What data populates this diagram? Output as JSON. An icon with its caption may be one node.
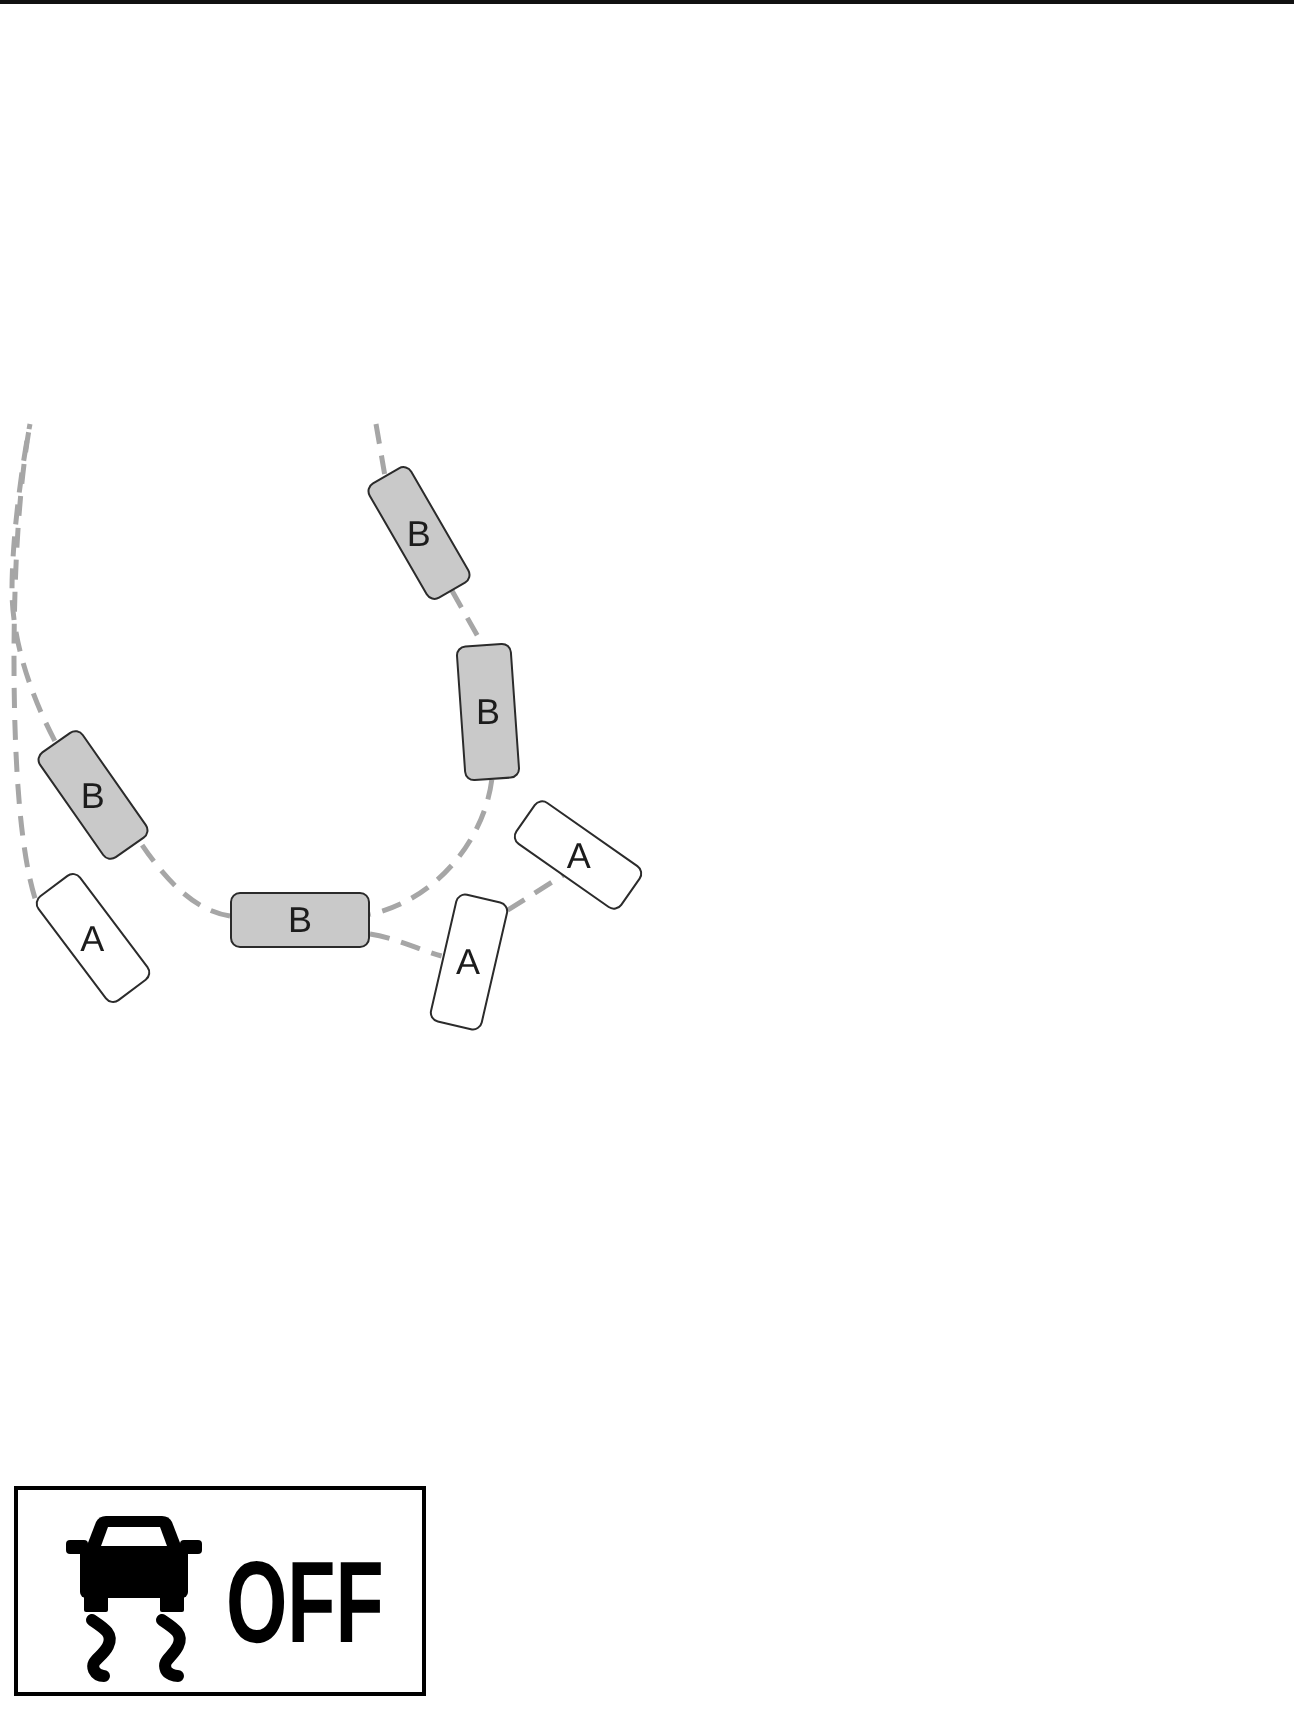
{
  "diagram": {
    "nodes": [
      {
        "text": [
          "B"
        ]
      },
      {
        "text": [
          "B"
        ]
      },
      {
        "text": [
          "B"
        ]
      },
      {
        "text": [
          "A"
        ]
      },
      {
        "text": [
          "B"
        ]
      },
      {
        "text": [
          "A"
        ]
      },
      {
        "text": [
          "A"
        ]
      },
      {
        "text": [
          "OFF"
        ]
      }
    ],
    "edges": [
      {
        "from": null,
        "to": 0,
        "arrow": "none",
        "style": "dashed"
      },
      {
        "from": 0,
        "to": 1,
        "arrow": "none",
        "style": "dashed"
      },
      {
        "from": 1,
        "to": 4,
        "arrow": "none",
        "style": "dashed"
      },
      {
        "from": 4,
        "to": 2,
        "arrow": "none",
        "style": "dashed"
      },
      {
        "from": 2,
        "to": null,
        "arrow": "none",
        "style": "dashed"
      },
      {
        "from": 5,
        "to": null,
        "arrow": "none",
        "style": "dashed"
      },
      {
        "from": 4,
        "to": 6,
        "arrow": "none",
        "style": "dashed"
      },
      {
        "from": 6,
        "to": 3,
        "arrow": "none",
        "style": "dashed"
      }
    ]
  }
}
